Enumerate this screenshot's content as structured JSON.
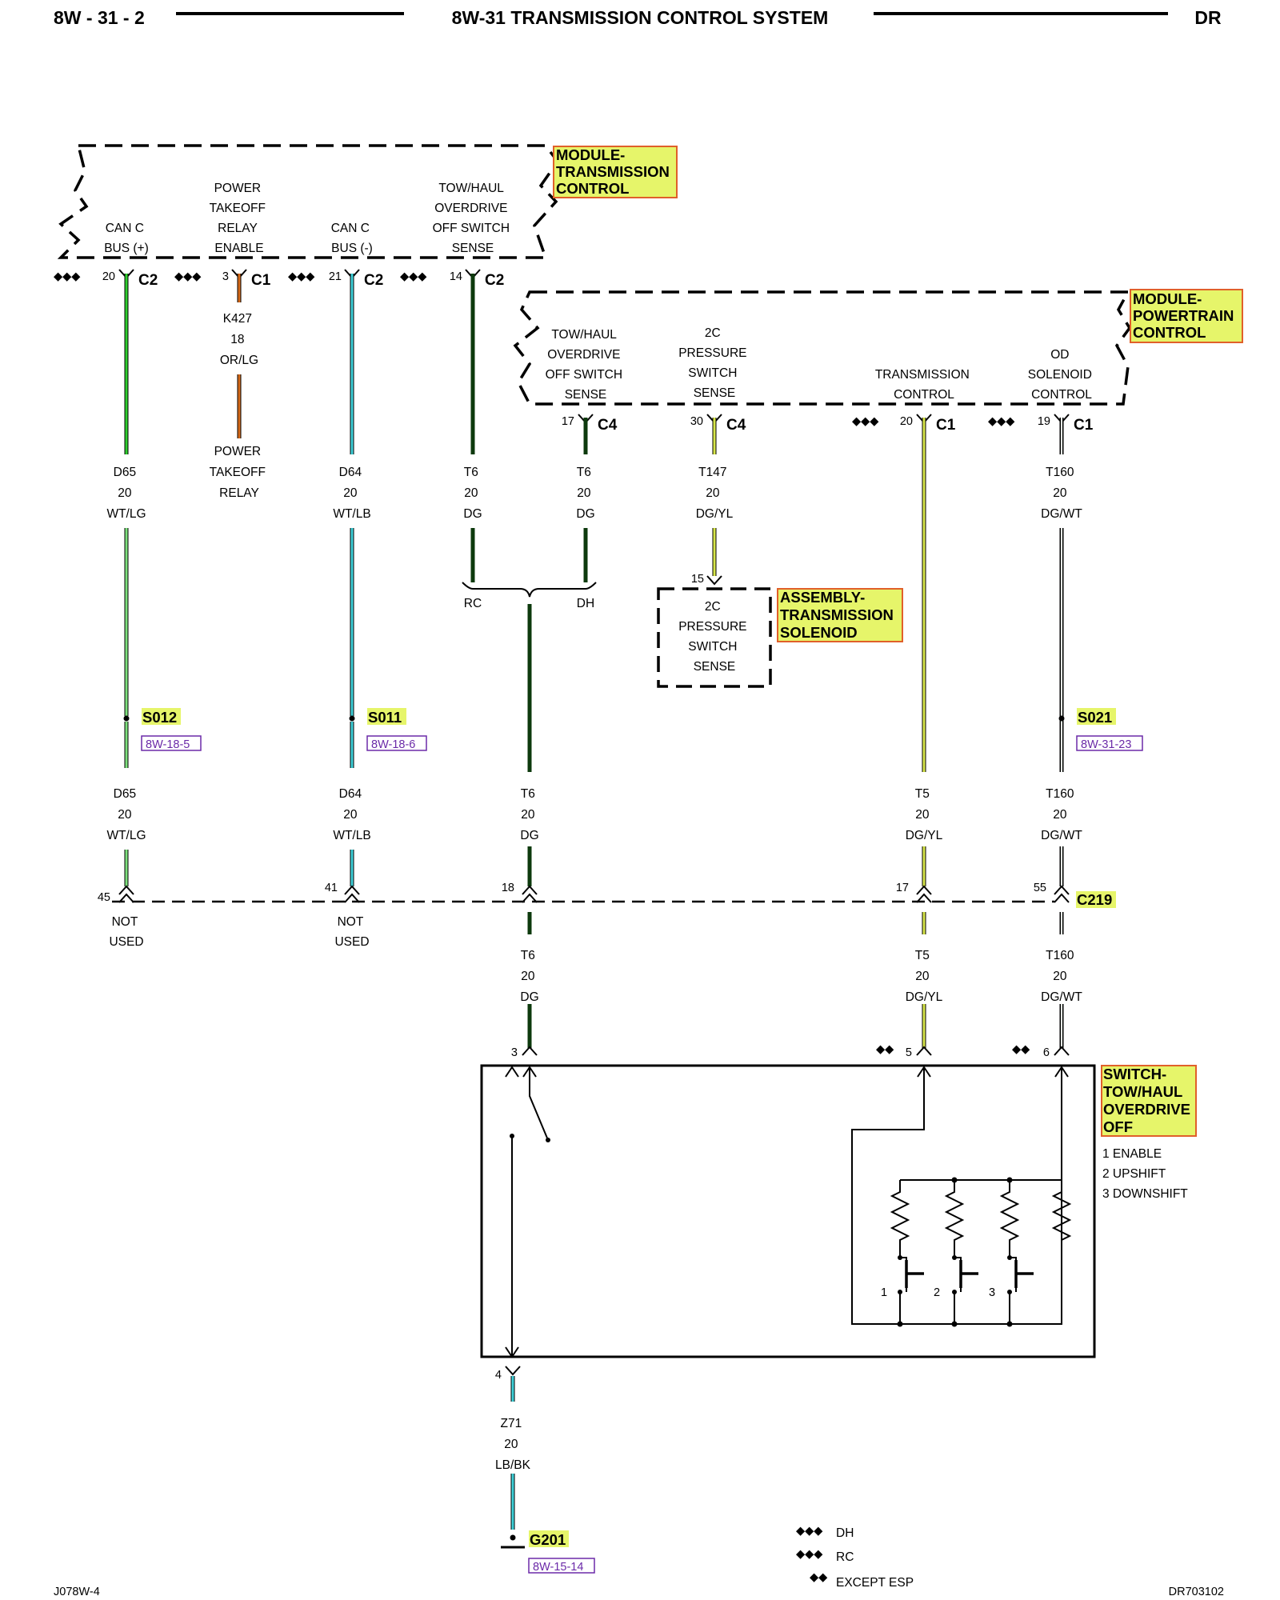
{
  "header": {
    "page_number": "8W - 31 - 2",
    "title": "8W-31 TRANSMISSION CONTROL SYSTEM",
    "model": "DR"
  },
  "tcm": {
    "name_lines": [
      "MODULE-",
      "TRANSMISSION",
      "CONTROL"
    ],
    "pins": [
      {
        "lines": [
          "CAN C",
          "BUS (+)"
        ],
        "pin": "20",
        "conn": "C2"
      },
      {
        "lines": [
          "POWER",
          "TAKEOFF",
          "RELAY",
          "ENABLE"
        ],
        "pin": "3",
        "conn": "C1"
      },
      {
        "lines": [
          "CAN C",
          "BUS (-)"
        ],
        "pin": "21",
        "conn": "C2"
      },
      {
        "lines": [
          "TOW/HAUL",
          "OVERDRIVE",
          "OFF SWITCH",
          "SENSE"
        ],
        "pin": "14",
        "conn": "C2"
      }
    ]
  },
  "pcm": {
    "name_lines": [
      "MODULE-",
      "POWERTRAIN",
      "CONTROL"
    ],
    "pins": [
      {
        "lines": [
          "TOW/HAUL",
          "OVERDRIVE",
          "OFF SWITCH",
          "SENSE"
        ],
        "pin": "17",
        "conn": "C4"
      },
      {
        "lines": [
          "2C",
          "PRESSURE",
          "SWITCH",
          "SENSE"
        ],
        "pin": "30",
        "conn": "C4"
      },
      {
        "lines": [
          "TRANSMISSION",
          "CONTROL"
        ],
        "pin": "20",
        "conn": "C1"
      },
      {
        "lines": [
          "OD",
          "SOLENOID",
          "CONTROL"
        ],
        "pin": "19",
        "conn": "C1"
      }
    ]
  },
  "wires_upper": [
    {
      "circuit": "D65",
      "gauge": "20",
      "color": "WT/LG"
    },
    {
      "circuit": "K427",
      "gauge": "18",
      "color": "OR/LG"
    },
    {
      "circuit": "D64",
      "gauge": "20",
      "color": "WT/LB"
    },
    {
      "circuit": "T6",
      "gauge": "20",
      "color": "DG"
    },
    {
      "circuit": "T6",
      "gauge": "20",
      "color": "DG"
    },
    {
      "circuit": "T147",
      "gauge": "20",
      "color": "DG/YL"
    },
    {
      "circuit": "T160",
      "gauge": "20",
      "color": "DG/WT"
    }
  ],
  "ptr_label": [
    "POWER",
    "TAKEOFF",
    "RELAY"
  ],
  "variant": {
    "left": "RC",
    "right": "DH"
  },
  "solenoid": {
    "pin": "15",
    "lines": [
      "2C",
      "PRESSURE",
      "SWITCH",
      "SENSE"
    ],
    "name_lines": [
      "ASSEMBLY-",
      "TRANSMISSION",
      "SOLENOID"
    ]
  },
  "splices": [
    {
      "id": "S012",
      "ref": "8W-18-5"
    },
    {
      "id": "S011",
      "ref": "8W-18-6"
    },
    {
      "id": "S021",
      "ref": "8W-31-23"
    }
  ],
  "wires_mid": [
    {
      "circuit": "D65",
      "gauge": "20",
      "color": "WT/LG"
    },
    {
      "circuit": "D64",
      "gauge": "20",
      "color": "WT/LB"
    },
    {
      "circuit": "T6",
      "gauge": "20",
      "color": "DG"
    },
    {
      "circuit": "T5",
      "gauge": "20",
      "color": "DG/YL"
    },
    {
      "circuit": "T160",
      "gauge": "20",
      "color": "DG/WT"
    }
  ],
  "c219": {
    "name": "C219",
    "pins": [
      "45",
      "41",
      "18",
      "17",
      "55"
    ],
    "not_used": [
      "NOT",
      "USED"
    ]
  },
  "wires_low": [
    {
      "circuit": "T6",
      "gauge": "20",
      "color": "DG"
    },
    {
      "circuit": "T5",
      "gauge": "20",
      "color": "DG/YL"
    },
    {
      "circuit": "T160",
      "gauge": "20",
      "color": "DG/WT"
    }
  ],
  "switch": {
    "name_lines": [
      "SWITCH-",
      "TOW/HAUL",
      "OVERDRIVE",
      "OFF"
    ],
    "legend": [
      "1 ENABLE",
      "2 UPSHIFT",
      "3 DOWNSHIFT"
    ],
    "pins": [
      "3",
      "5",
      "6",
      "4"
    ],
    "contact_numbers": [
      "1",
      "2",
      "3"
    ]
  },
  "ground_wire": {
    "circuit": "Z71",
    "gauge": "20",
    "color": "LB/BK"
  },
  "ground": {
    "id": "G201",
    "ref": "8W-15-14"
  },
  "legend": [
    {
      "symbol": "◆◆◆",
      "text": "DH"
    },
    {
      "symbol": "◆◆◆",
      "text": "RC"
    },
    {
      "symbol": "◆◆",
      "text": "EXCEPT ESP"
    }
  ],
  "footer": {
    "left": "J078W-4",
    "right": "DR703102"
  },
  "colors": {
    "green": "#2ecc2e",
    "light_green": "#7de07d",
    "cyan": "#3fd0d8",
    "orange": "#d56a1a",
    "dark_green": "#0d3a0d",
    "yellow": "#d7e64a",
    "label_bg": "#e6f56a",
    "label_border": "#e0602a",
    "link": "#6b2aa8"
  }
}
